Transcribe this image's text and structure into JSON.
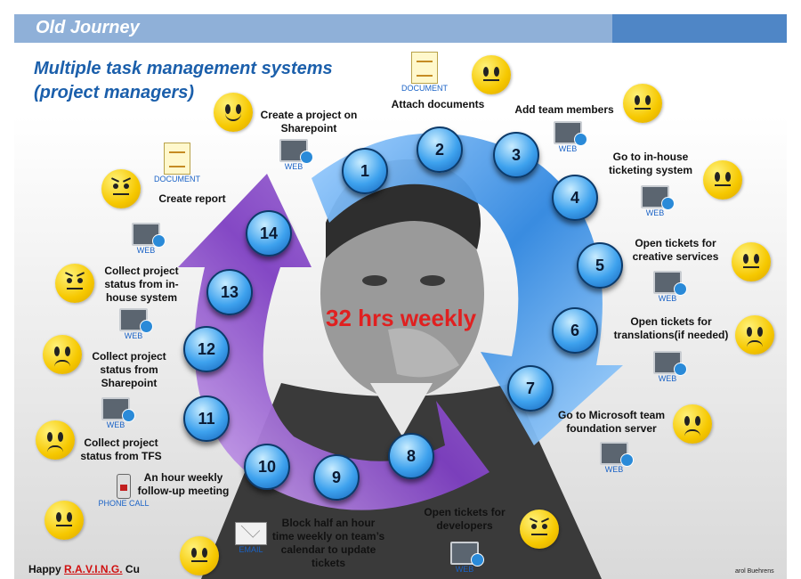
{
  "header": {
    "title": "Old Journey"
  },
  "subtitle": {
    "line1": "Multiple task management systems",
    "line2": "(project managers)"
  },
  "center_text": "32 hrs weekly",
  "steps": [
    "1",
    "2",
    "3",
    "4",
    "5",
    "6",
    "7",
    "8",
    "9",
    "10",
    "11",
    "12",
    "13",
    "14"
  ],
  "labels": {
    "create_project": "Create a project on Sharepoint",
    "attach_documents": "Attach documents",
    "add_team": "Add team members",
    "ticketing": "Go to in-house ticketing system",
    "creative": "Open tickets for creative services",
    "translations": "Open tickets for translations(if needed)",
    "tfs": "Go to Microsoft team foundation server",
    "developers": "Open tickets for developers",
    "block_hour": "Block half an hour time weekly on team’s calendar to update tickets",
    "weekly_meeting": "An hour weekly follow-up meeting",
    "status_tfs": "Collect project status from TFS",
    "status_sharepoint": "Collect project status from Sharepoint",
    "status_inhouse": "Collect project status from in-house system",
    "create_report": "Create report"
  },
  "tags": {
    "web": "WEB",
    "document": "DOCUMENT",
    "phone": "PHONE CALL",
    "email": "EMAIL"
  },
  "footer": {
    "prefix": "Happy ",
    "brand": "R.A.V.I.N.G.",
    "suffix": " Cu"
  },
  "credit": "arol Buehrens",
  "icons": {
    "document": "document-icon",
    "web": "web-computer-icon",
    "phone": "phone-icon",
    "email": "email-icon",
    "face": "smiley-face-icon"
  },
  "colors": {
    "header_bar": "#8fb0d8",
    "header_accent": "#4f86c6",
    "subtitle": "#1b5fab",
    "center_text": "#e02020",
    "arrow_blue": "#3b8fe0",
    "arrow_purple": "#8a4bc8"
  }
}
